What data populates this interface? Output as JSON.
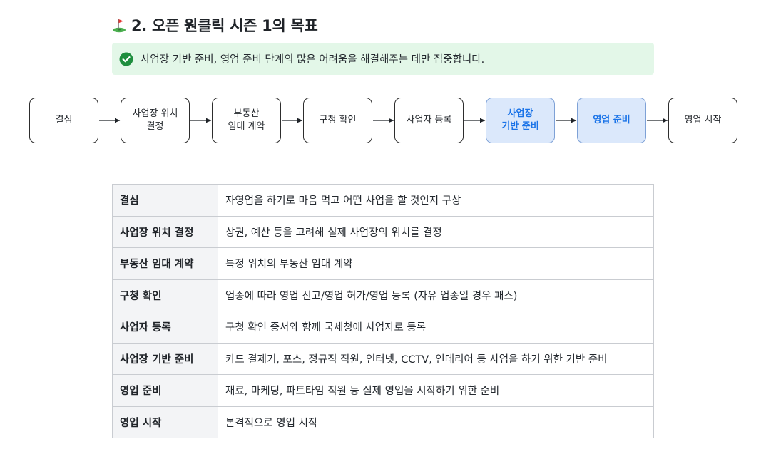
{
  "heading": {
    "icon": "flag-in-hole-icon",
    "title": "2. 오픈 원클릭 시즌 1의 목표"
  },
  "callout": {
    "icon": "check-circle-icon",
    "color": "#1e8e3e",
    "background": "#e3f7e8",
    "text": "사업장 기반 준비, 영업 준비 단계의 많은 어려움을 해결해주는 데만 집중합니다."
  },
  "flow": {
    "highlight_color": "#1a73e8",
    "highlight_fill": "#dbe8fb",
    "nodes": [
      {
        "label": "결심",
        "highlighted": false
      },
      {
        "label": "사업장 위치\n결정",
        "highlighted": false
      },
      {
        "label": "부동산\n임대 계약",
        "highlighted": false
      },
      {
        "label": "구청 확인",
        "highlighted": false
      },
      {
        "label": "사업자 등록",
        "highlighted": false
      },
      {
        "label": "사업장\n기반 준비",
        "highlighted": true
      },
      {
        "label": "영업 준비",
        "highlighted": true
      },
      {
        "label": "영업 시작",
        "highlighted": false
      }
    ]
  },
  "table": {
    "rows": [
      {
        "step": "결심",
        "description": "자영업을 하기로 마음 먹고 어떤 사업을 할 것인지 구상"
      },
      {
        "step": "사업장 위치 결정",
        "description": "상권, 예산 등을 고려해 실제 사업장의 위치를 결정"
      },
      {
        "step": "부동산 임대 계약",
        "description": "특정 위치의 부동산 임대 계약"
      },
      {
        "step": "구청 확인",
        "description": "업종에 따라 영업 신고/영업 허가/영업 등록 (자유 업종일 경우 패스)"
      },
      {
        "step": "사업자 등록",
        "description": "구청 확인 증서와 함께 국세청에 사업자로 등록"
      },
      {
        "step": "사업장 기반 준비",
        "description": "카드 결제기, 포스, 정규직 직원, 인터넷, CCTV, 인테리어 등 사업을 하기 위한 기반 준비"
      },
      {
        "step": "영업 준비",
        "description": "재료, 마케팅, 파트타임 직원 등 실제 영업을 시작하기 위한 준비"
      },
      {
        "step": "영업 시작",
        "description": "본격적으로 영업 시작"
      }
    ]
  }
}
